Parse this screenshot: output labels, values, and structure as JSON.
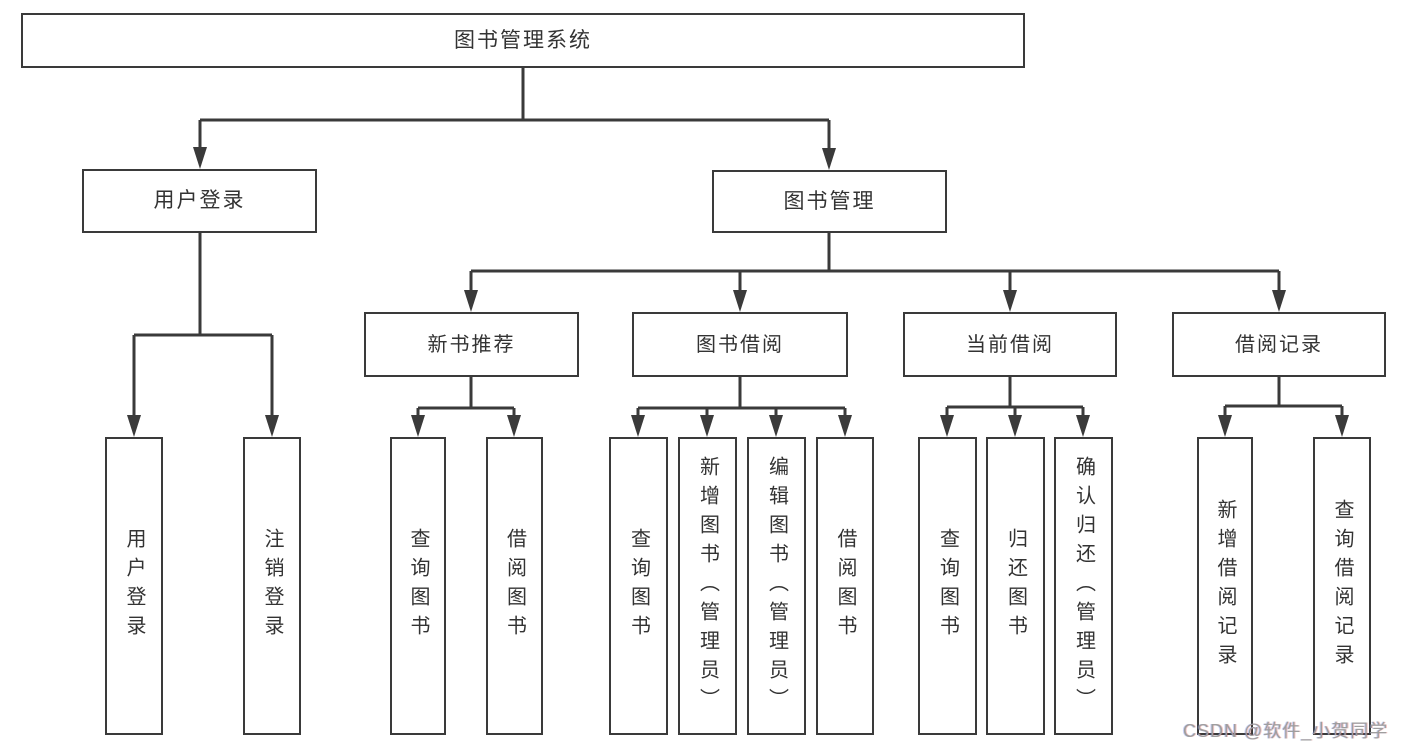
{
  "watermark": "CSDN @软件_小贺同学",
  "colors": {
    "line": "#3a3a3a",
    "text": "#333333",
    "background": "#ffffff",
    "watermark": "#9e9e9e"
  },
  "tree": {
    "label": "图书管理系统",
    "children": [
      {
        "label": "用户登录",
        "children": [
          {
            "label": "用户登录"
          },
          {
            "label": "注销登录"
          }
        ]
      },
      {
        "label": "图书管理",
        "children": [
          {
            "label": "新书推荐",
            "children": [
              {
                "label": "查询图书"
              },
              {
                "label": "借阅图书"
              }
            ]
          },
          {
            "label": "图书借阅",
            "children": [
              {
                "label": "查询图书"
              },
              {
                "label": "新增图书（管理员）"
              },
              {
                "label": "编辑图书（管理员）"
              },
              {
                "label": "借阅图书"
              }
            ]
          },
          {
            "label": "当前借阅",
            "children": [
              {
                "label": "查询图书"
              },
              {
                "label": "归还图书"
              },
              {
                "label": "确认归还（管理员）"
              }
            ]
          },
          {
            "label": "借阅记录",
            "children": [
              {
                "label": "新增借阅记录"
              },
              {
                "label": "查询借阅记录"
              }
            ]
          }
        ]
      }
    ]
  }
}
